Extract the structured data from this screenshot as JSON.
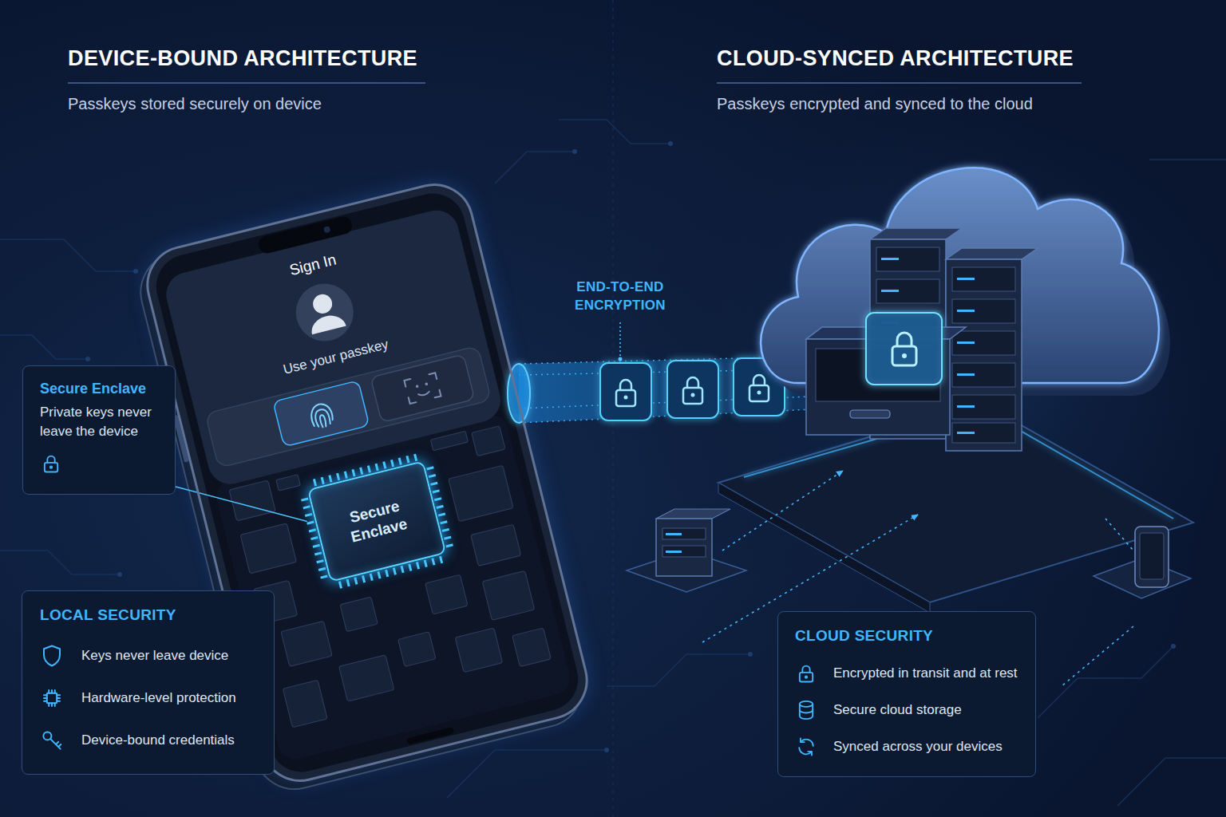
{
  "diagram": {
    "nodes": [
      {
        "text": [
          "Sign In",
          "Use your passkey"
        ]
      },
      {
        "text": [
          "Secure Enclave"
        ],
        "in": 0
      },
      {
        "text": [
          "Secure Enclave",
          "Private keys never leave the device"
        ]
      },
      {
        "text": [
          "LOCAL SECURITY",
          "Keys never leave device",
          "Hardware-level protection",
          "Device-bound credentials"
        ]
      },
      {
        "text": [
          "CLOUD SECURITY",
          "Encrypted in transit and at rest",
          "Secure cloud storage",
          "Synced across your devices"
        ]
      }
    ],
    "edges": [
      {
        "from": 2,
        "to": 1,
        "arrow": "none"
      }
    ],
    "labels": [
      "DEVICE-BOUND ARCHITECTURE",
      "Passkeys stored securely on device",
      "CLOUD-SYNCED ARCHITECTURE",
      "Passkeys encrypted and synced to the cloud",
      "END-TO-END ENCRYPTION"
    ]
  }
}
